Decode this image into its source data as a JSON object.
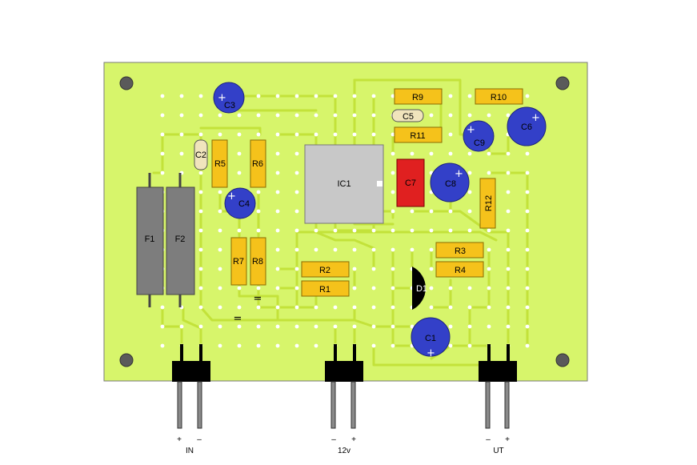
{
  "colors": {
    "board": "#d7f56b",
    "board_border": "#7a7a7a",
    "track": "#c3e23a",
    "pad": "#ffffff",
    "resistor": "#f5c21b",
    "electrolytic_cap": "#3340c8",
    "ceramic_cap": "#f0e4bc",
    "film_cap": "#e02020",
    "fuse": "#7d7d7d",
    "ic": "#c8c8c8",
    "diode": "#000000",
    "connector": "#000000",
    "mount_hole": "#5a5a5a"
  },
  "components": {
    "fuses": [
      "F1",
      "F2"
    ],
    "resistors": [
      "R1",
      "R2",
      "R3",
      "R4",
      "R5",
      "R6",
      "R7",
      "R8",
      "R9",
      "R10",
      "R11",
      "R12"
    ],
    "electrolytic_caps": [
      "C1",
      "C3",
      "C4",
      "C6",
      "C8",
      "C9"
    ],
    "ceramic_caps": [
      "C2",
      "C5"
    ],
    "film_cap": "C7",
    "ic": "IC1",
    "diode": "D1"
  },
  "connectors": [
    {
      "name": "IN",
      "pin_left": "+",
      "pin_right": "–"
    },
    {
      "name": "12v",
      "pin_left": "–",
      "pin_right": "+"
    },
    {
      "name": "UT",
      "pin_left": "–",
      "pin_right": "+"
    }
  ],
  "polarity_plus": "+",
  "jumper_mark": "="
}
